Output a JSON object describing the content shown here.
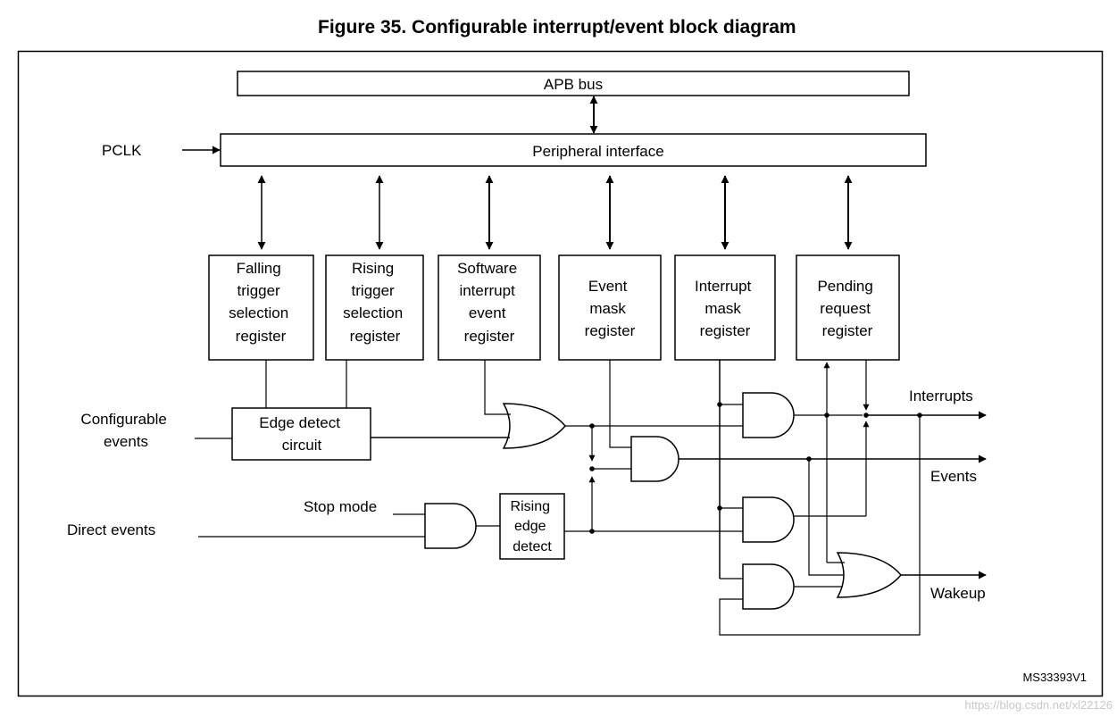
{
  "title": "Figure 35. Configurable interrupt/event block diagram",
  "blocks": {
    "apb_bus": "APB bus",
    "peripheral_interface": "Peripheral interface",
    "registers": [
      [
        "Falling",
        "trigger",
        "selection",
        "register"
      ],
      [
        "Rising",
        "trigger",
        "selection",
        "register"
      ],
      [
        "Software",
        "interrupt",
        "event",
        "register"
      ],
      [
        "Event",
        "mask",
        "register"
      ],
      [
        "Interrupt",
        "mask",
        "register"
      ],
      [
        "Pending",
        "request",
        "register"
      ]
    ],
    "edge_detect": [
      "Edge detect",
      "circuit"
    ],
    "rising_edge_detect": [
      "Rising",
      "edge",
      "detect"
    ]
  },
  "signals": {
    "pclk": "PCLK",
    "configurable_events": [
      "Configurable",
      "events"
    ],
    "direct_events": "Direct events",
    "stop_mode": "Stop mode",
    "interrupts": "Interrupts",
    "events": "Events",
    "wakeup": "Wakeup"
  },
  "figure_id": "MS33393V1",
  "watermark": "https://blog.csdn.net/xl22126",
  "colors": {
    "line": "#000000",
    "background": "#ffffff",
    "watermark": "#c8c8c8"
  }
}
